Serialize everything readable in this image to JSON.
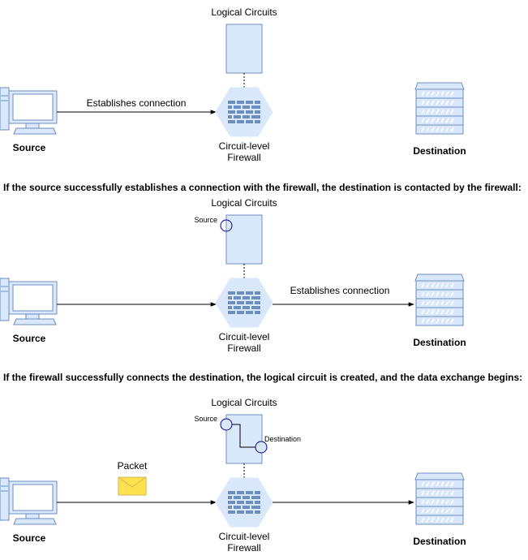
{
  "colors": {
    "fill": "#dae8fc",
    "stroke": "#6c8ebf",
    "edge": "#000000",
    "circuit_dot": "#000099",
    "packet_fill": "#ffe14d",
    "packet_stroke": "#d6b656"
  },
  "panels": [
    {
      "circuits_title": "Logical Circuits",
      "source_label": "Source",
      "firewall_label": [
        "Circuit-level",
        "Firewall"
      ],
      "destination_label": "Destination",
      "edge_label_left": "Establishes connection"
    },
    {
      "caption": "If the source successfully establishes a connection with the firewall, the destination is contacted by the firewall:",
      "circuits_title": "Logical Circuits",
      "circuit_source_label": "Source",
      "source_label": "Source",
      "firewall_label": [
        "Circuit-level",
        "Firewall"
      ],
      "destination_label": "Destination",
      "edge_label_right": "Establishes connection"
    },
    {
      "caption": "If the firewall successfully connects the destination, the logical circuit is created, and the data exchange begins:",
      "circuits_title": "Logical Circuits",
      "circuit_source_label": "Source",
      "circuit_destination_label": "Destination",
      "packet_label": "Packet",
      "source_label": "Source",
      "firewall_label": [
        "Circuit-level",
        "Firewall"
      ],
      "destination_label": "Destination"
    }
  ],
  "icons": {
    "source": "computer-icon",
    "firewall": "firewall-icon",
    "destination": "server-rack-icon",
    "packet": "envelope-icon"
  }
}
